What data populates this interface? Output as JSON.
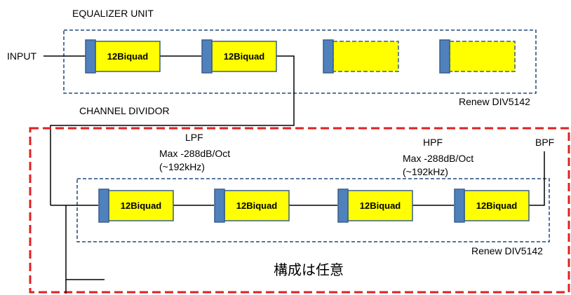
{
  "eq": {
    "title": "EQUALIZER UNIT",
    "input_label": "INPUT",
    "renew": "Renew DIV5142",
    "block1": "12Biquad",
    "block2": "12Biquad"
  },
  "div": {
    "title": "CHANNEL DIVIDOR",
    "lpf_label": "LPF",
    "lpf_spec_1": "Max -288dB/Oct",
    "lpf_spec_2": "(~192kHz)",
    "hpf_label": "HPF",
    "hpf_spec_1": "Max -288dB/Oct",
    "hpf_spec_2": "(~192kHz)",
    "bpf_label": "BPF",
    "renew": "Renew DIV5142",
    "blocks": [
      "12Biquad",
      "12Biquad",
      "12Biquad",
      "12Biquad"
    ],
    "note": "構成は任意"
  },
  "colors": {
    "block_fill": "#ffff00",
    "block_tab": "#4f81bd",
    "block_border": "#385d8a",
    "group_border": "#1f497d",
    "outer_border": "#e02020"
  }
}
